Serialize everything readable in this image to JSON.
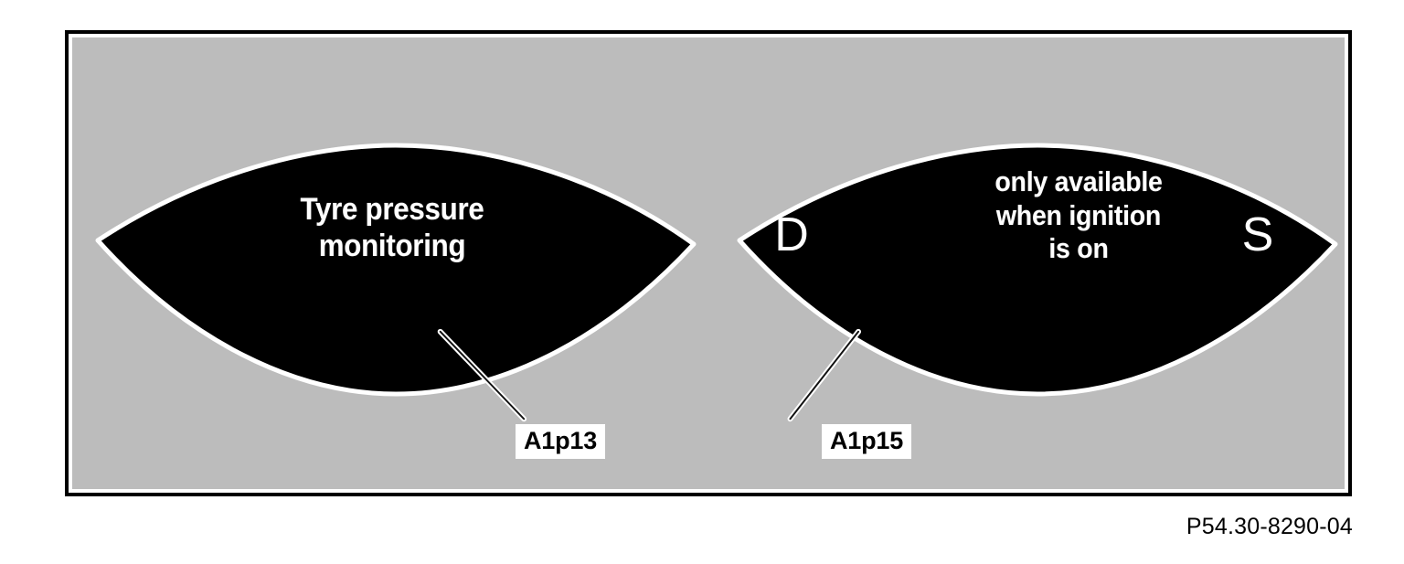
{
  "figure": {
    "caption": "P54.30-8290-04",
    "background_color": "#bcbcbc",
    "frame_color": "#000000",
    "shape_fill_color": "#000000",
    "shape_outline_color": "#ffffff",
    "display_text_color": "#ffffff",
    "label_text_color": "#000000",
    "label_box_color": "#ffffff"
  },
  "displays": [
    {
      "id": "left",
      "name": "tyre-pressure-monitoring-display",
      "message": "Tyre pressure\nmonitoring",
      "left_letter": "",
      "right_letter": "",
      "callout": "A1p13"
    },
    {
      "id": "right",
      "name": "ignition-notice-display",
      "message": "only available\nwhen ignition\nis on",
      "left_letter": "D",
      "right_letter": "S",
      "callout": "A1p15"
    }
  ]
}
